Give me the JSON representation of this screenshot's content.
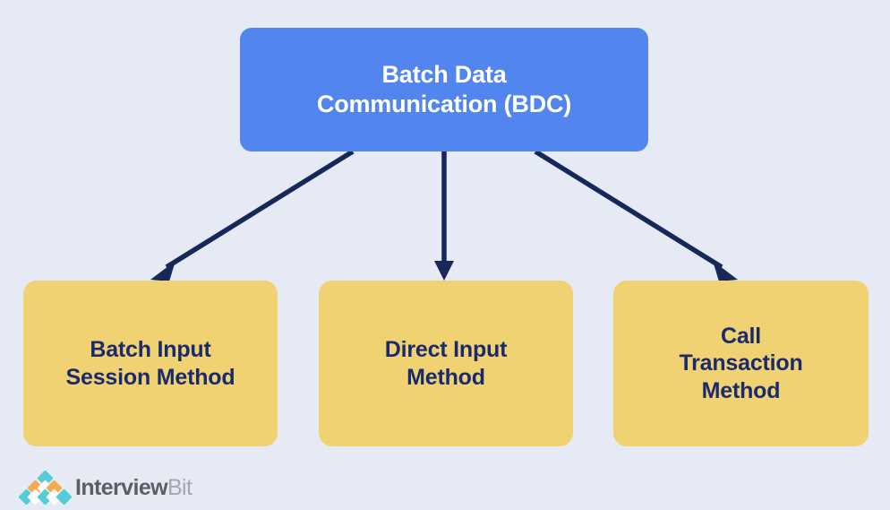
{
  "diagram": {
    "title": "Batch Data Communication (BDC)",
    "background_color": "#E6EAF5",
    "root": {
      "label": "Batch Data\nCommunication (BDC)",
      "fill_color": "#5286EE",
      "text_color": "#FFFFFF"
    },
    "leaves": [
      {
        "label": "Batch Input\nSession Method",
        "fill_color": "#F0D273",
        "text_color": "#1A2B6D"
      },
      {
        "label": "Direct Input\nMethod",
        "fill_color": "#F0D273",
        "text_color": "#1A2B6D"
      },
      {
        "label": "Call\nTransaction\nMethod",
        "fill_color": "#F0D273",
        "text_color": "#1A2B6D"
      }
    ],
    "edges": {
      "color": "#16275A",
      "count": 3,
      "style": "solid-arrow"
    }
  },
  "logo": {
    "name": "InterviewBit",
    "text_bold": "Interview",
    "text_light": "Bit",
    "mark_colors": {
      "teal": "#55CDD6",
      "orange": "#F3AB50",
      "white": "#FCFCFC"
    }
  }
}
